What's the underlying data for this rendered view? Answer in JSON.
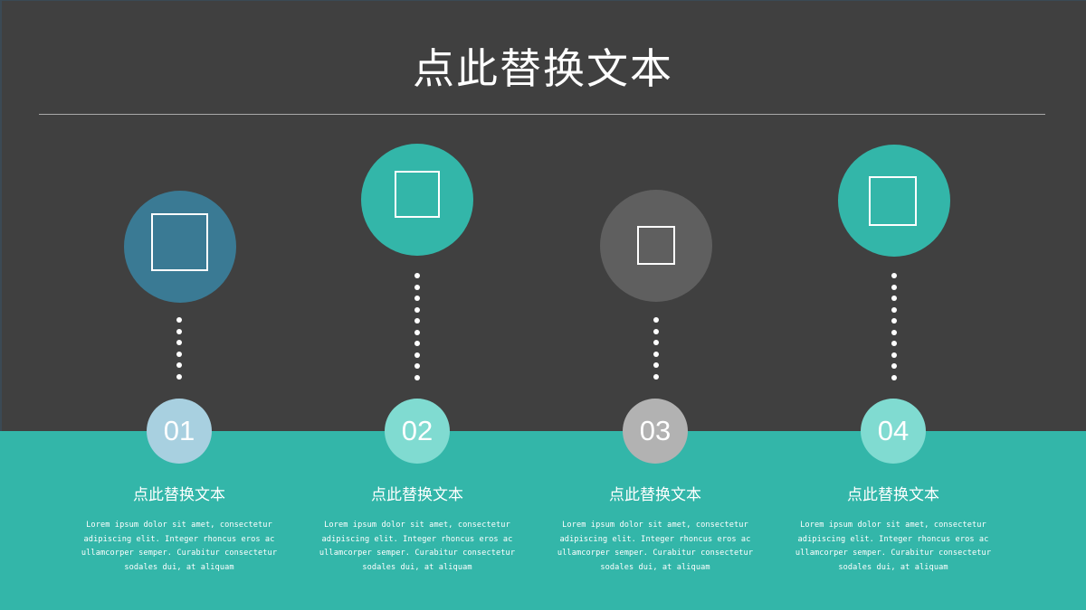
{
  "slide": {
    "title": "点此替换文本",
    "colors": {
      "background_dark": "#404040",
      "band_teal": "#33b6a9",
      "rule": "#a9a9a9"
    }
  },
  "items": [
    {
      "number": "01",
      "icon": "square-outline-icon",
      "icon_circle_color": "#3a7a94",
      "number_circle_color": "#a8d0e0",
      "title": "点此替换文本",
      "description_lines": [
        "Lorem ipsum dolor sit amet, consectetur",
        "adipiscing elit. Integer rhoncus eros ac",
        "ullamcorper semper. Curabitur consectetur",
        "sodales dui, at aliquam"
      ]
    },
    {
      "number": "02",
      "icon": "square-outline-icon",
      "icon_circle_color": "#33b6a9",
      "number_circle_color": "#80dbd1",
      "title": "点此替换文本",
      "description_lines": [
        "Lorem ipsum dolor sit amet, consectetur",
        "adipiscing elit. Integer rhoncus eros ac",
        "ullamcorper semper. Curabitur consectetur",
        "sodales dui, at aliquam"
      ]
    },
    {
      "number": "03",
      "icon": "square-outline-icon",
      "icon_circle_color": "#5f5f5f",
      "number_circle_color": "#b2b2b2",
      "title": "点此替换文本",
      "description_lines": [
        "Lorem ipsum dolor sit amet, consectetur",
        "adipiscing elit. Integer rhoncus eros ac",
        "ullamcorper semper. Curabitur consectetur",
        "sodales dui, at aliquam"
      ]
    },
    {
      "number": "04",
      "icon": "square-outline-icon",
      "icon_circle_color": "#33b6a9",
      "number_circle_color": "#80dbd1",
      "title": "点此替换文本",
      "description_lines": [
        "Lorem ipsum dolor sit amet, consectetur",
        "adipiscing elit. Integer rhoncus eros ac",
        "ullamcorper semper. Curabitur consectetur",
        "sodales dui, at aliquam"
      ]
    }
  ]
}
